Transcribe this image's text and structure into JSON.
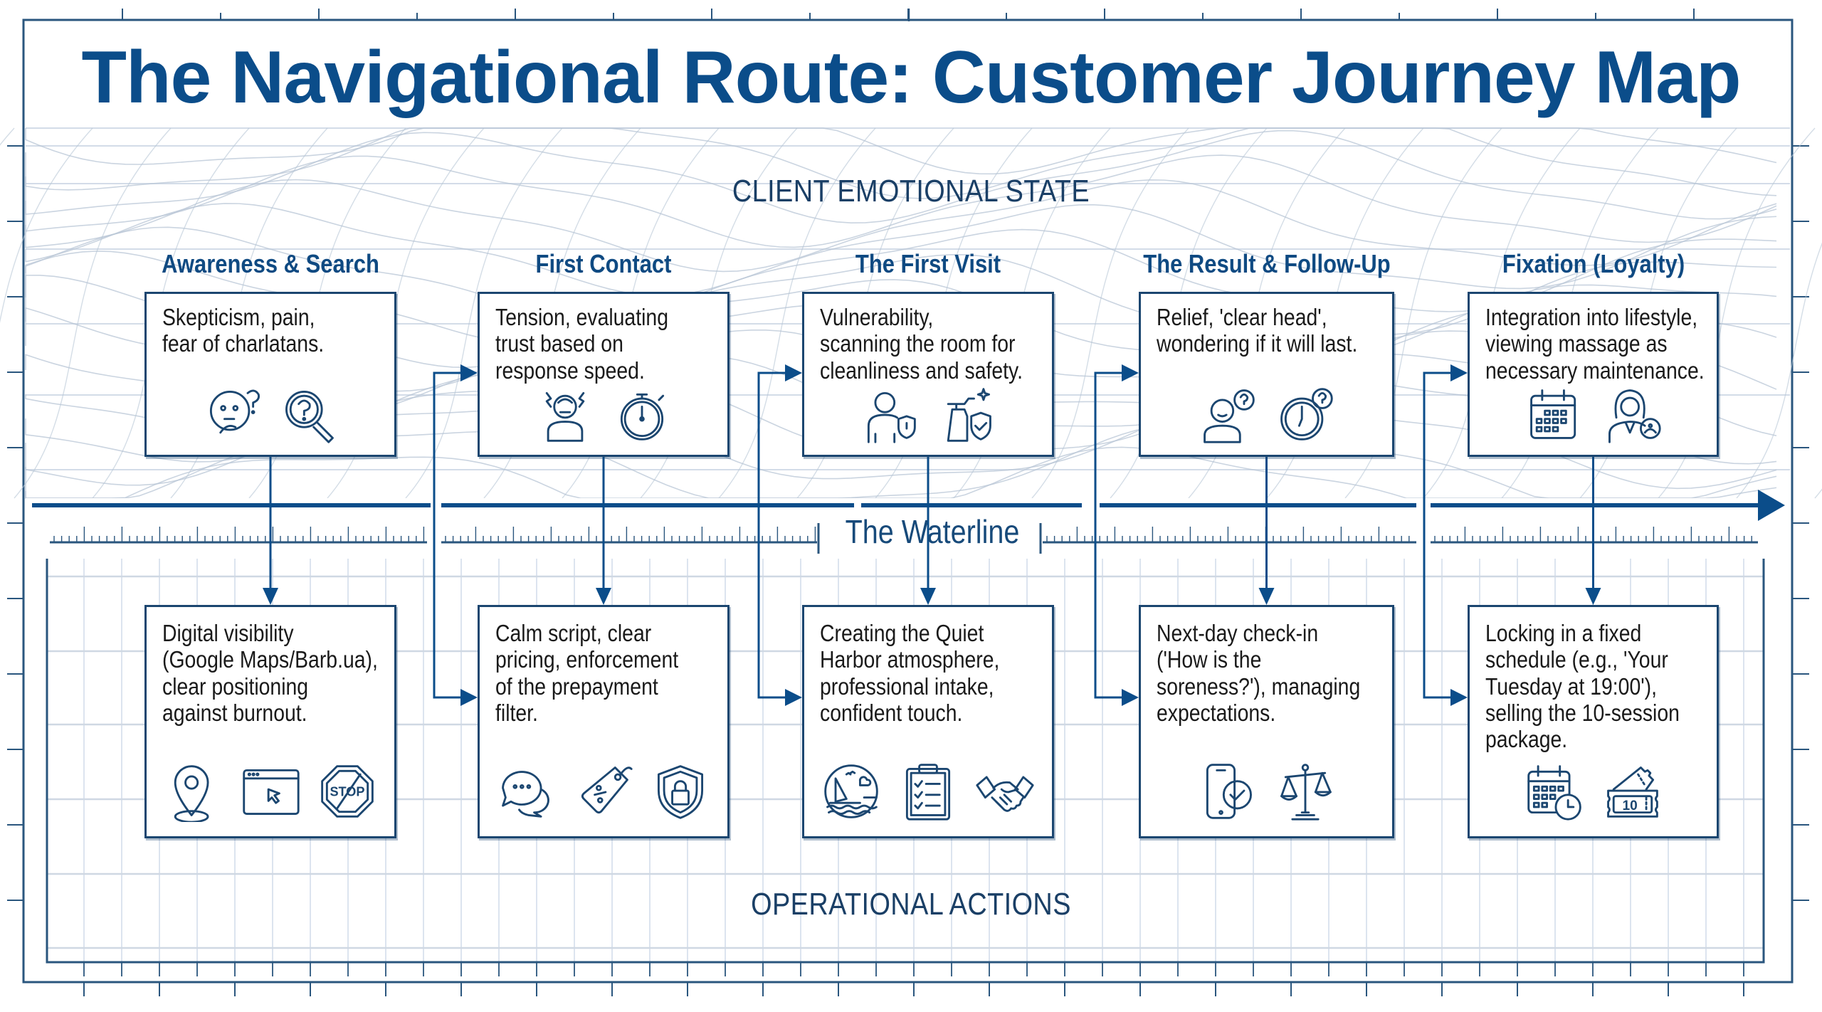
{
  "title": "The Navigational Route: Customer Journey Map",
  "sections": {
    "top_label": "CLIENT EMOTIONAL STATE",
    "divider_label": "The Waterline",
    "bottom_label": "OPERATIONAL ACTIONS"
  },
  "colors": {
    "primary": "#0b4d8a",
    "box_border": "#1b4670",
    "contour": "#b8c6d6",
    "grid": "#c9d6e6",
    "text": "#1a1a1a"
  },
  "stages": [
    {
      "title": "Awareness & Search",
      "emotion": "Skepticism, pain,\nfear of charlatans.",
      "emotion_icons": [
        "thinking-face-icon",
        "magnifier-question-icon"
      ],
      "action": "Digital visibility\n(Google Maps/Barb.ua),\nclear positioning\nagainst burnout.",
      "action_icons": [
        "map-pin-icon",
        "browser-cursor-icon",
        "stop-sign-icon"
      ],
      "stop_text": "STOP"
    },
    {
      "title": "First Contact",
      "emotion": "Tension, evaluating\ntrust based on\nresponse speed.",
      "emotion_icons": [
        "stressed-person-icon",
        "stopwatch-icon"
      ],
      "action": "Calm script, clear\npricing, enforcement\nof the prepayment\nfilter.",
      "action_icons": [
        "chat-bubbles-icon",
        "price-tag-icon",
        "shield-lock-icon"
      ]
    },
    {
      "title": "The First Visit",
      "emotion": "Vulnerability,\nscanning the room for\ncleanliness and safety.",
      "emotion_icons": [
        "person-shield-icon",
        "spray-bottle-shield-icon"
      ],
      "action": "Creating the Quiet\nHarbor atmosphere,\nprofessional intake,\nconfident touch.",
      "action_icons": [
        "harbor-scene-icon",
        "clipboard-checklist-icon",
        "handshake-icon"
      ]
    },
    {
      "title": "The Result & Follow-Up",
      "emotion": "Relief, 'clear head',\nwondering if it will last.",
      "emotion_icons": [
        "person-question-icon",
        "clock-question-icon"
      ],
      "action": "Next-day check-in\n('How is the\nsoreness?'), managing\nexpectations.",
      "action_icons": [
        "phone-check-icon",
        "balance-scale-icon"
      ]
    },
    {
      "title": "Fixation (Loyalty)",
      "emotion": "Integration into lifestyle,\nviewing massage as\nnecessary maintenance.",
      "emotion_icons": [
        "calendar-icon",
        "therapist-icon"
      ],
      "action": "Locking in a fixed\nschedule (e.g., 'Your\nTuesday at 19:00'),\nselling the 10-session\npackage.",
      "action_icons": [
        "calendar-clock-icon",
        "tickets-icon"
      ],
      "ticket_text": "10"
    }
  ]
}
